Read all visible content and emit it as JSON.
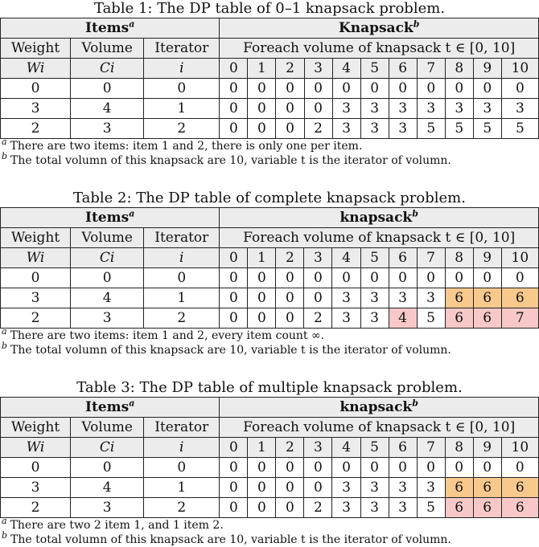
{
  "tables": [
    {
      "caption": "Table 1: The DP table of 0–1 knapsack problem.",
      "items_header": "Items",
      "items_sup": "a",
      "knap_header": "Knapsack",
      "knap_sup": "b",
      "col_labels": [
        "Weight",
        "Volume",
        "Iterator"
      ],
      "foreach_label": "Foreach volume of knapsack t ∈ [0, 10]",
      "var_labels": [
        "Wi",
        "Ci",
        "i"
      ],
      "t_labels": [
        "0",
        "1",
        "2",
        "3",
        "4",
        "5",
        "6",
        "7",
        "8",
        "9",
        "10"
      ],
      "rows": [
        {
          "w": "0",
          "c": "0",
          "i": "0",
          "vals": [
            "0",
            "0",
            "0",
            "0",
            "0",
            "0",
            "0",
            "0",
            "0",
            "0",
            "0"
          ]
        },
        {
          "w": "3",
          "c": "4",
          "i": "1",
          "vals": [
            "0",
            "0",
            "0",
            "0",
            "3",
            "3",
            "3",
            "3",
            "3",
            "3",
            "3"
          ]
        },
        {
          "w": "2",
          "c": "3",
          "i": "2",
          "vals": [
            "0",
            "0",
            "0",
            "2",
            "3",
            "3",
            "3",
            "5",
            "5",
            "5",
            "5"
          ]
        }
      ],
      "highlights": {},
      "note_a": "There are two items: item 1 and 2, there is only one per item.",
      "note_b": "The total volumn of this knapsack are 10, variable t is the iterator of volumn."
    },
    {
      "caption": "Table 2: The DP table of complete knapsack problem.",
      "items_header": "Items",
      "items_sup": "a",
      "knap_header": "knapsack",
      "knap_sup": "b",
      "col_labels": [
        "Weight",
        "Volume",
        "Iterator"
      ],
      "foreach_label": "Foreach volume of knapsack t ∈ [0, 10]",
      "var_labels": [
        "Wi",
        "Ci",
        "i"
      ],
      "t_labels": [
        "0",
        "1",
        "2",
        "3",
        "4",
        "5",
        "6",
        "7",
        "8",
        "9",
        "10"
      ],
      "rows": [
        {
          "w": "0",
          "c": "0",
          "i": "0",
          "vals": [
            "0",
            "0",
            "0",
            "0",
            "0",
            "0",
            "0",
            "0",
            "0",
            "0",
            "0"
          ]
        },
        {
          "w": "3",
          "c": "4",
          "i": "1",
          "vals": [
            "0",
            "0",
            "0",
            "0",
            "3",
            "3",
            "3",
            "3",
            "6",
            "6",
            "6"
          ]
        },
        {
          "w": "2",
          "c": "3",
          "i": "2",
          "vals": [
            "0",
            "0",
            "0",
            "2",
            "3",
            "3",
            "4",
            "5",
            "6",
            "6",
            "7"
          ]
        }
      ],
      "highlights": {
        "orange": "#f8c98c",
        "pink": "#f8c8c8",
        "orange_cells": [
          [
            1,
            8
          ],
          [
            1,
            9
          ],
          [
            1,
            10
          ]
        ],
        "pink_cells": [
          [
            2,
            6
          ],
          [
            2,
            8
          ],
          [
            2,
            9
          ],
          [
            2,
            10
          ]
        ]
      },
      "note_a": "There are two items: item 1 and 2, every item count ∞.",
      "note_b": "The total volumn of this knapsack are 10, variable t is the iterator of volumn."
    },
    {
      "caption": "Table 3: The DP table of multiple knapsack problem.",
      "items_header": "Items",
      "items_sup": "a",
      "knap_header": "knapsack",
      "knap_sup": "b",
      "col_labels": [
        "Weight",
        "Volume",
        "Iterator"
      ],
      "foreach_label": "Foreach volume of knapsack t ∈ [0, 10]",
      "var_labels": [
        "Wi",
        "Ci",
        "i"
      ],
      "t_labels": [
        "0",
        "1",
        "2",
        "3",
        "4",
        "5",
        "6",
        "7",
        "8",
        "9",
        "10"
      ],
      "rows": [
        {
          "w": "0",
          "c": "0",
          "i": "0",
          "vals": [
            "0",
            "0",
            "0",
            "0",
            "0",
            "0",
            "0",
            "0",
            "0",
            "0",
            "0"
          ]
        },
        {
          "w": "3",
          "c": "4",
          "i": "1",
          "vals": [
            "0",
            "0",
            "0",
            "0",
            "3",
            "3",
            "3",
            "3",
            "6",
            "6",
            "6"
          ]
        },
        {
          "w": "2",
          "c": "3",
          "i": "2",
          "vals": [
            "0",
            "0",
            "0",
            "2",
            "3",
            "3",
            "3",
            "5",
            "6",
            "6",
            "6"
          ]
        }
      ],
      "highlights": {
        "orange": "#f8c98c",
        "pink": "#f8c8c8",
        "orange_cells": [
          [
            1,
            8
          ],
          [
            1,
            9
          ],
          [
            1,
            10
          ]
        ],
        "pink_cells": [
          [
            2,
            8
          ],
          [
            2,
            9
          ],
          [
            2,
            10
          ]
        ]
      },
      "note_a": "There are two 2 item 1, and 1 item 2.",
      "note_b": "The total volumn of this knapsack are 10, variable t is the iterator of volumn."
    }
  ]
}
